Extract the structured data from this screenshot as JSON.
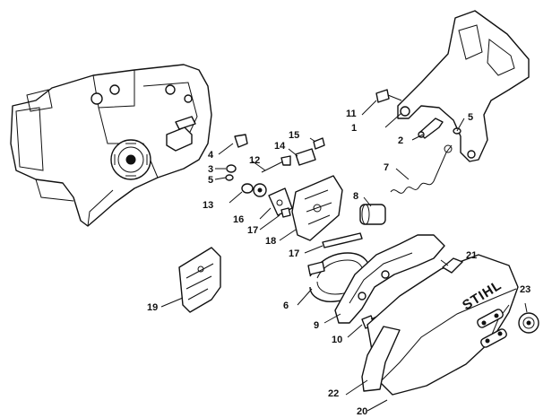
{
  "brand_logo_text": "STIHL",
  "callouts": [
    {
      "id": "c1",
      "label": "1"
    },
    {
      "id": "c2",
      "label": "2"
    },
    {
      "id": "c3",
      "label": "3"
    },
    {
      "id": "c4",
      "label": "4"
    },
    {
      "id": "c5a",
      "label": "5"
    },
    {
      "id": "c5b",
      "label": "5"
    },
    {
      "id": "c6",
      "label": "6"
    },
    {
      "id": "c7",
      "label": "7"
    },
    {
      "id": "c8",
      "label": "8"
    },
    {
      "id": "c9",
      "label": "9"
    },
    {
      "id": "c10",
      "label": "10"
    },
    {
      "id": "c11",
      "label": "11"
    },
    {
      "id": "c12",
      "label": "12"
    },
    {
      "id": "c13",
      "label": "13"
    },
    {
      "id": "c14",
      "label": "14"
    },
    {
      "id": "c15",
      "label": "15"
    },
    {
      "id": "c16",
      "label": "16"
    },
    {
      "id": "c17a",
      "label": "17"
    },
    {
      "id": "c17b",
      "label": "17"
    },
    {
      "id": "c18",
      "label": "18"
    },
    {
      "id": "c19",
      "label": "19"
    },
    {
      "id": "c20",
      "label": "20"
    },
    {
      "id": "c21",
      "label": "21"
    },
    {
      "id": "c22",
      "label": "22"
    },
    {
      "id": "c23",
      "label": "23"
    }
  ]
}
